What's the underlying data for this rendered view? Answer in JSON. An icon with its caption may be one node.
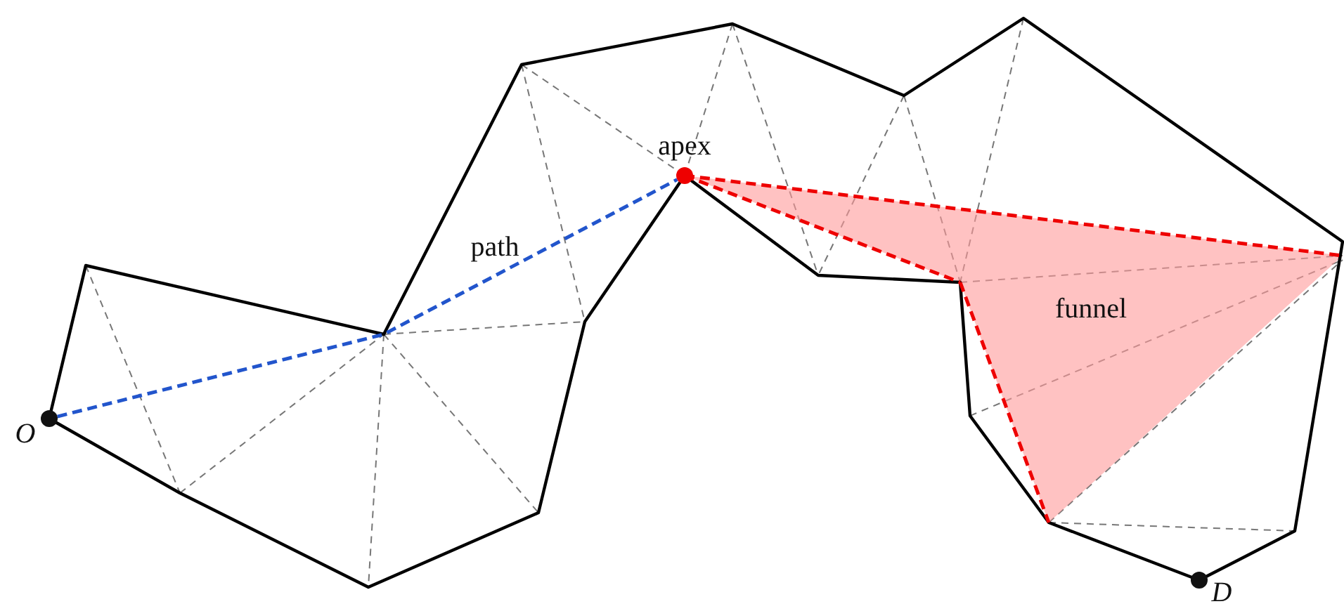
{
  "diagram": {
    "nodes": [
      {
        "text": [],
        "shape": "circle",
        "beside": [
          "O"
        ]
      },
      {
        "text": [],
        "shape": "circle",
        "beside": [
          "apex"
        ]
      },
      {
        "text": [],
        "shape": "circle",
        "beside": [
          "D"
        ]
      }
    ],
    "edges": [
      {
        "from": 0,
        "to": 1,
        "arrow": "none",
        "label": "path",
        "style": "dashed"
      }
    ],
    "labels": [
      "funnel"
    ]
  }
}
